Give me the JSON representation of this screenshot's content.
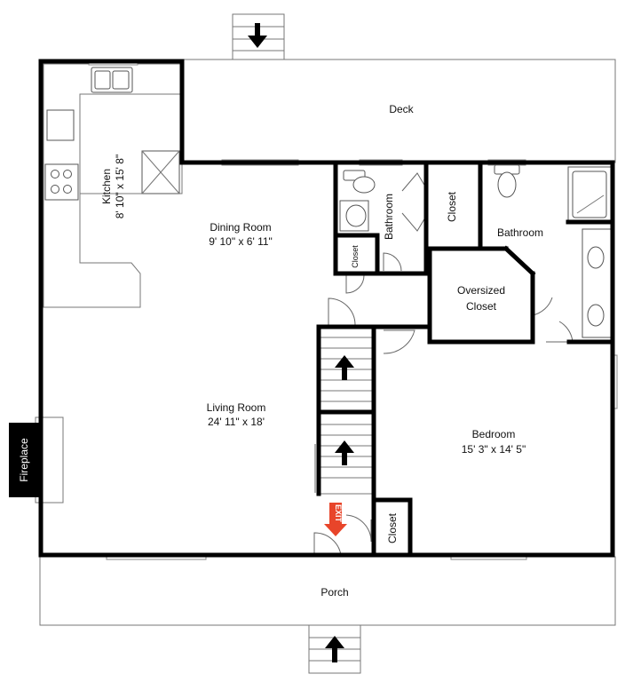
{
  "rooms": {
    "deck": "Deck",
    "kitchen": "Kitchen",
    "kitchen_size": "8' 10\" x 15' 8\"",
    "dining": "Dining Room",
    "dining_size": "9' 10\" x 6' 11\"",
    "bathroom_left": "Bathroom",
    "closet_small": "Closet",
    "closet_upper": "Closet",
    "bathroom_right": "Bathroom",
    "oversized_line1": "Oversized",
    "oversized_line2": "Closet",
    "living": "Living Room",
    "living_size": "24' 11\" x 18'",
    "bedroom": "Bedroom",
    "bedroom_size": "15' 3\" x 14' 5\"",
    "fireplace": "Fireplace",
    "closet_lower": "Closet",
    "porch": "Porch"
  },
  "exit_sign": {
    "label": "EXIT",
    "color": "#e8452a"
  },
  "colors": {
    "wall": "#000000",
    "fireplace": "#000000",
    "background": "#ffffff"
  }
}
